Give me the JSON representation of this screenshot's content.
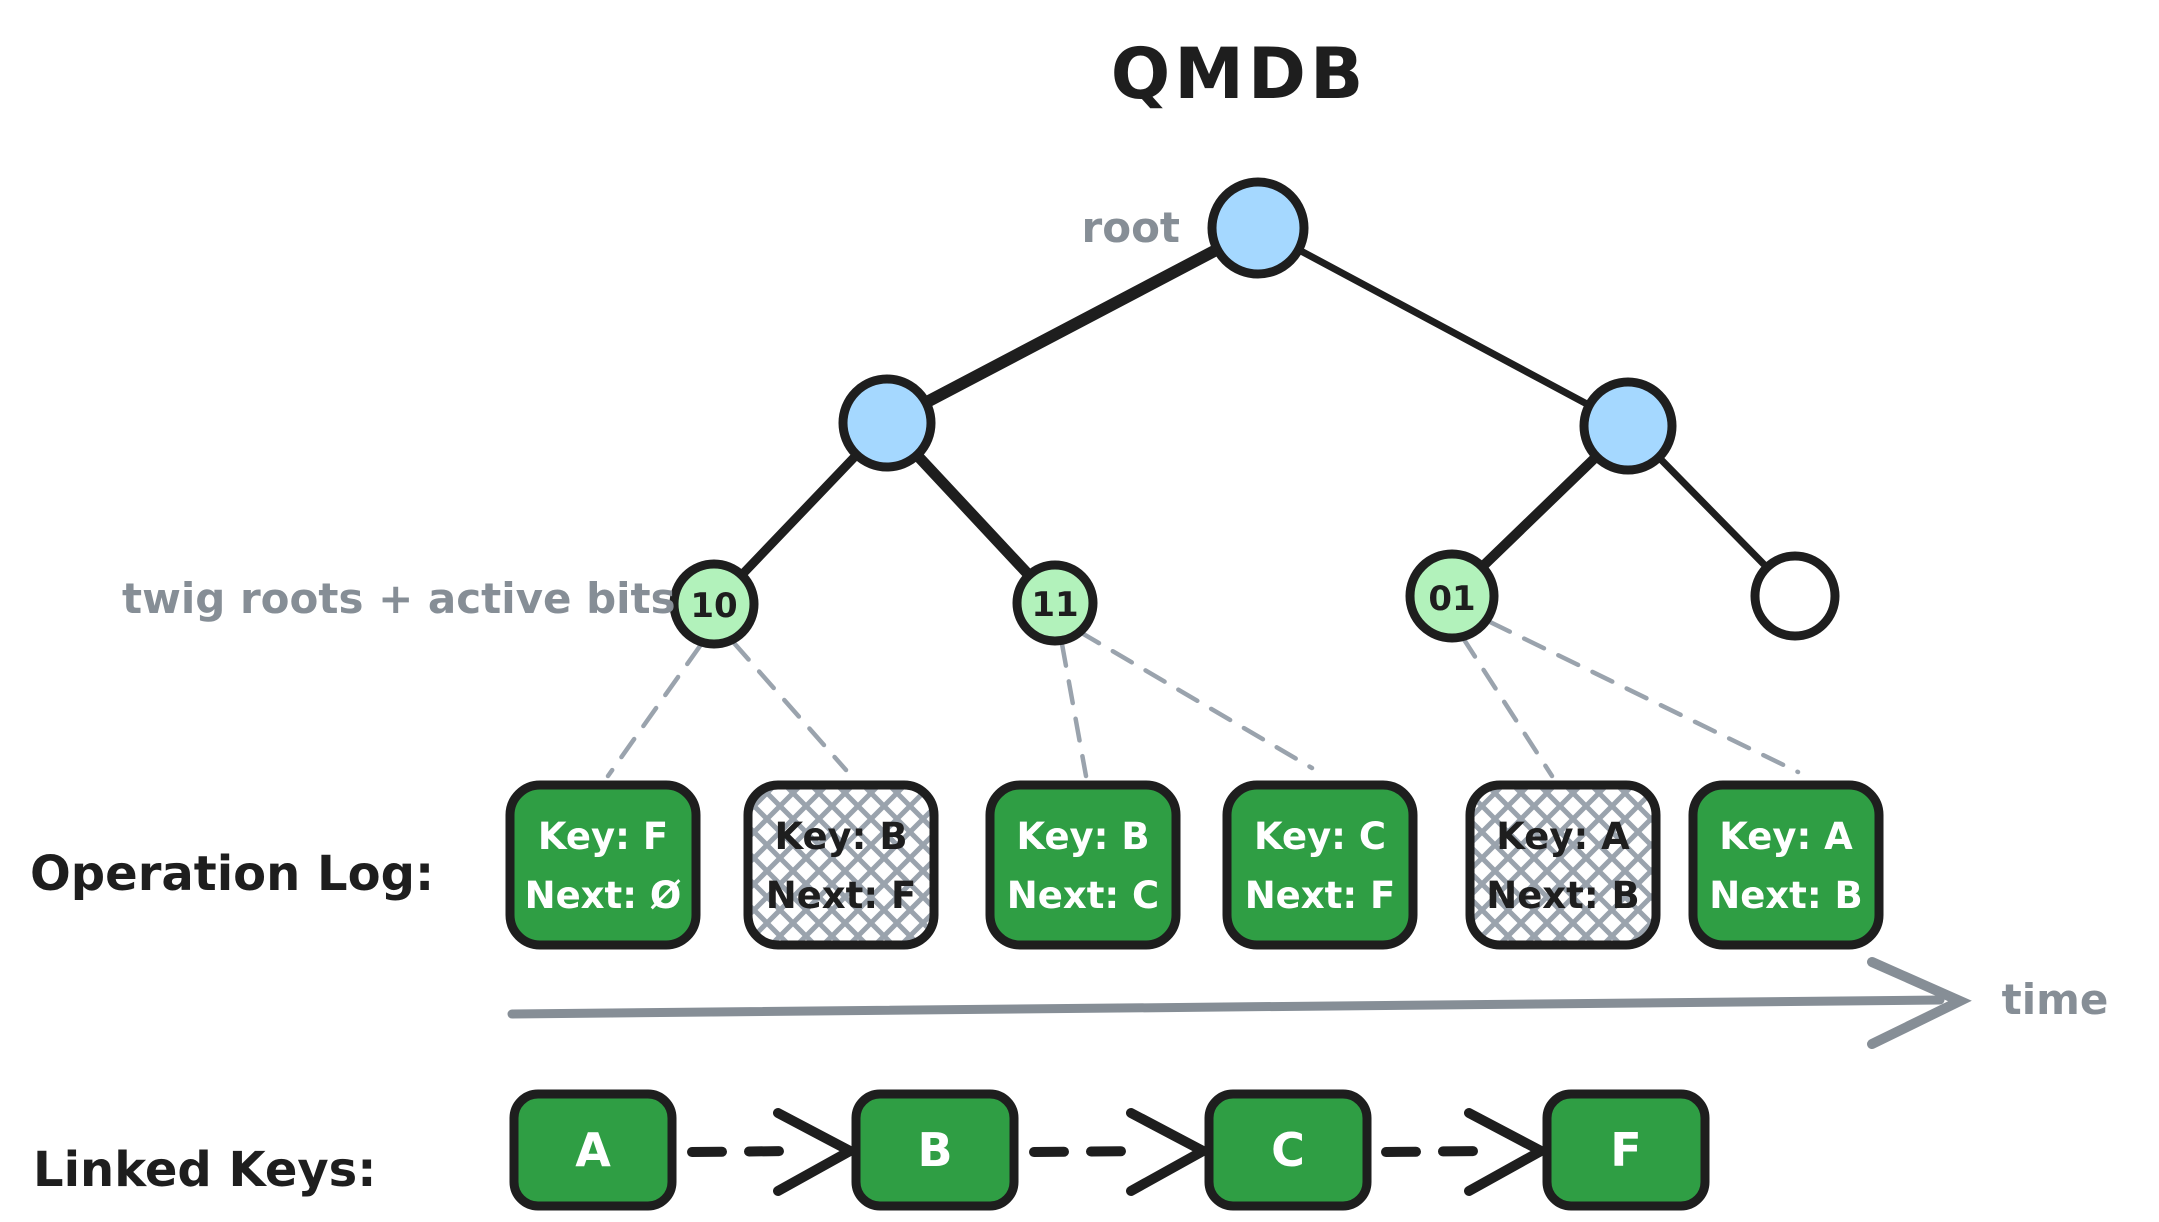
{
  "title": "QMDB",
  "tree": {
    "root_label": "root",
    "twig_label": "twig roots + active bits",
    "twig_bits": [
      "10",
      "11",
      "01"
    ]
  },
  "operation_log": {
    "label": "Operation Log:",
    "time_label": "time",
    "entries": [
      {
        "key": "Key: F",
        "next": "Next: Ø",
        "state": "active"
      },
      {
        "key": "Key: B",
        "next": "Next: F",
        "state": "superseded"
      },
      {
        "key": "Key: B",
        "next": "Next: C",
        "state": "active"
      },
      {
        "key": "Key: C",
        "next": "Next: F",
        "state": "active"
      },
      {
        "key": "Key: A",
        "next": "Next: B",
        "state": "superseded"
      },
      {
        "key": "Key: A",
        "next": "Next: B",
        "state": "active"
      }
    ]
  },
  "linked_keys": {
    "label": "Linked Keys:",
    "keys": [
      "A",
      "B",
      "C",
      "F"
    ]
  },
  "colors": {
    "ink": "#1e1e1e",
    "node_blue": "#a5d8ff",
    "twig_green": "#b2f2bb",
    "entry_green": "#2f9e44",
    "empty_node_white": "#ffffff",
    "muted_gray": "#868e96",
    "hatch_gray": "#9aa3ad"
  }
}
